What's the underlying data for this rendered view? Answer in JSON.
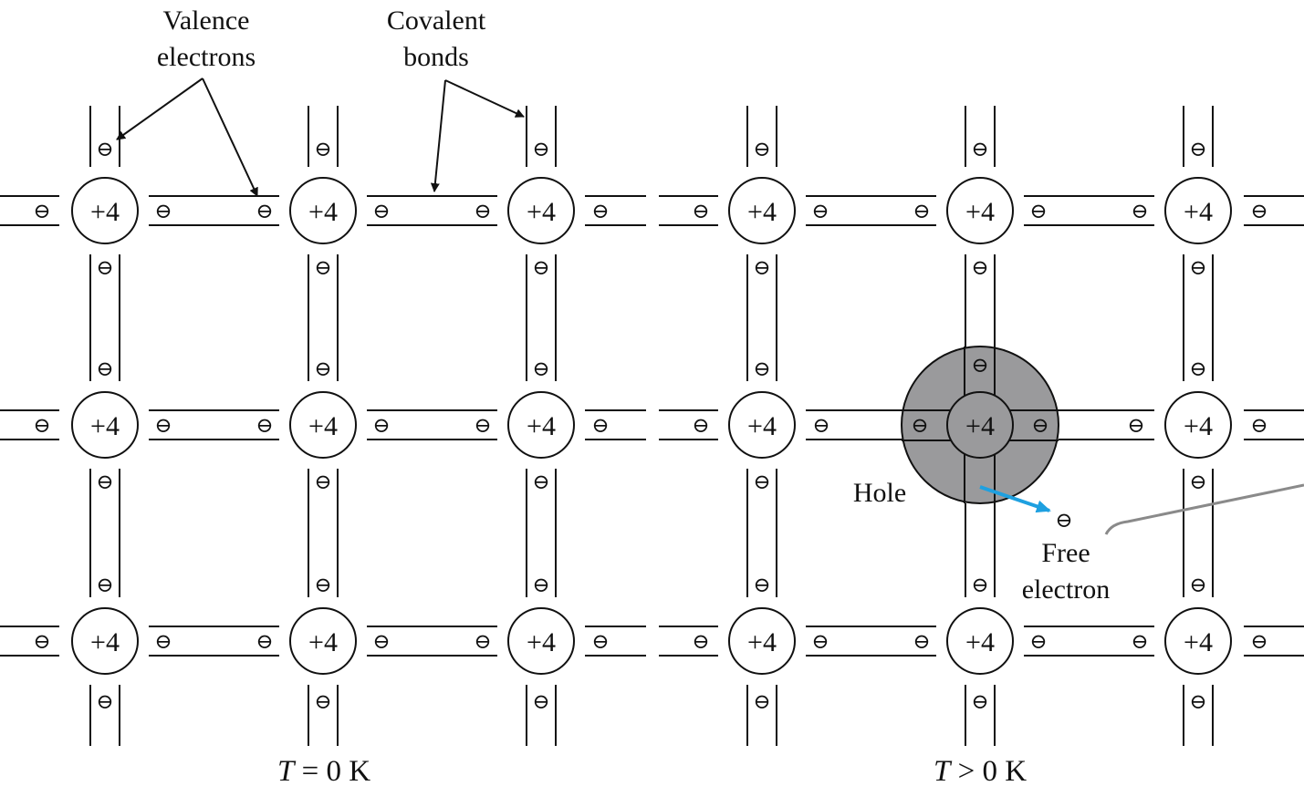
{
  "labels": {
    "valence_line1": "Valence",
    "valence_line2": "electrons",
    "covalent_line1": "Covalent",
    "covalent_line2": "bonds",
    "hole": "Hole",
    "free_line1": "Free",
    "free_line2": "electron",
    "temp_left_var": "T",
    "temp_left_rest": " = 0 K",
    "temp_right_var": "T",
    "temp_right_rest": " > 0 K"
  },
  "nucleus_charge": "+4",
  "electron_symbol": "⊖",
  "lattice": {
    "columns": 6,
    "rows": 3,
    "panels": 2,
    "columns_per_panel": 3
  },
  "colors": {
    "line": "#111111",
    "hole_fill": "#9a9a9c",
    "arrow": "#1ea0e0",
    "pointer": "#8a8a8a"
  }
}
